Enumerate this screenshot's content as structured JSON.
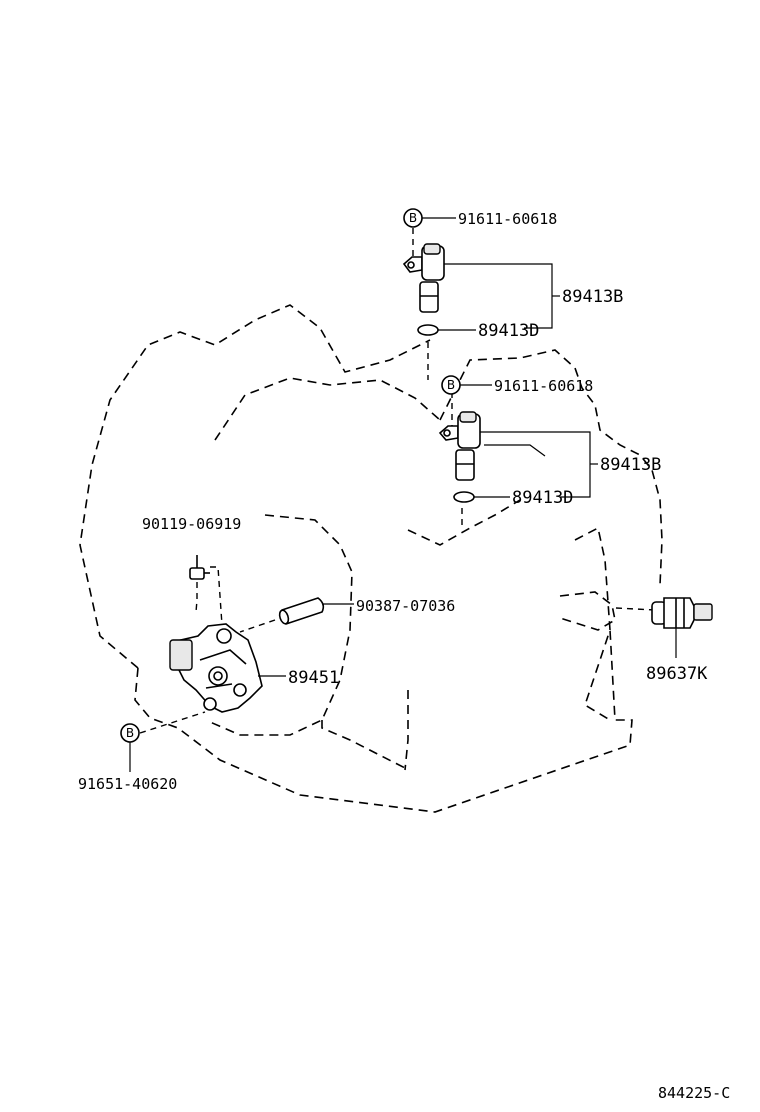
{
  "diagram": {
    "labels": {
      "bolt_upper_sensor": "91611-60618",
      "bolt_lower_sensor": "91611-60618",
      "sensor_upper": "89413B",
      "oring_upper": "89413D",
      "sensor_lower": "89413B",
      "oring_lower": "89413D",
      "bolt_switch_top": "90119-06919",
      "sleeve": "90387-07036",
      "neutral_start_switch": "89451",
      "bolt_switch_bottom": "91651-40620",
      "temp_sensor": "89637K",
      "figure_code": "844225-C"
    },
    "callouts": {
      "b_upper": "B",
      "b_lower": "B",
      "b_switch": "B"
    }
  }
}
